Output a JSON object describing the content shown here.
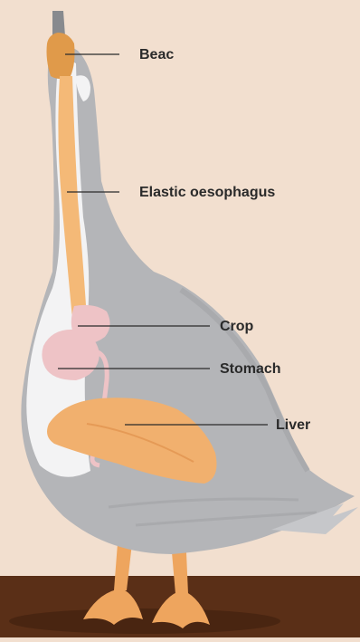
{
  "labels": {
    "beak": "Beac",
    "oesophagus": "Elastic oesophagus",
    "crop": "Crop",
    "stomach": "Stomach",
    "liver": "Liver"
  },
  "colors": {
    "background": "#f2dfcf",
    "ground": "#5a2f17",
    "feathers_grey": "#b4b5b8",
    "feathers_white": "#f3f3f4",
    "oesophagus": "#f4b977",
    "beak": "#e09a4a",
    "crop_stomach": "#eec3c6",
    "liver": "#f1b06e",
    "feet": "#eea55e",
    "leader_line": "#2a2a2a"
  }
}
